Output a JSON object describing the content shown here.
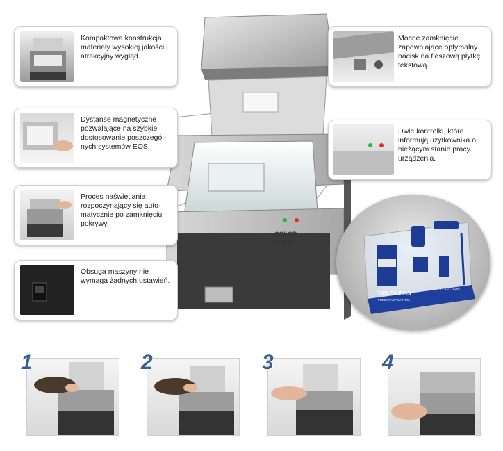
{
  "callouts": [
    {
      "id": "compact",
      "text": "Kompaktowa konstrukcja, materiały wysokiej jakości i atrakcyjny wygląd."
    },
    {
      "id": "spacers",
      "text": "Dystanse magnetyczne pozwalające na szybkie dostosowanie poszczegól-nych systemów EOS."
    },
    {
      "id": "exposure",
      "text": "Proces naświetlania rozpoczynający się auto-matycznie po zamknięciu pokrywy."
    },
    {
      "id": "operation",
      "text": "Obsuga maszyny nie wymaga żadnych ustawień."
    },
    {
      "id": "closure",
      "text": "Mocne zamknięcie zapewniające optymalny nacisk na fleszową płytkę tekstową."
    },
    {
      "id": "lights",
      "text": "Dwie kontrolki, które informują użytkownika o bieżącym stanie pracy urządzenia."
    }
  ],
  "machine": {
    "brand": "COLOP",
    "model": "FS 8050"
  },
  "kit": {
    "brand": "COLOP EOS",
    "subtitle": "FREESTAMPSYSTEM",
    "tag": "LOGO PRINT"
  },
  "steps": [
    "1",
    "2",
    "3",
    "4"
  ]
}
